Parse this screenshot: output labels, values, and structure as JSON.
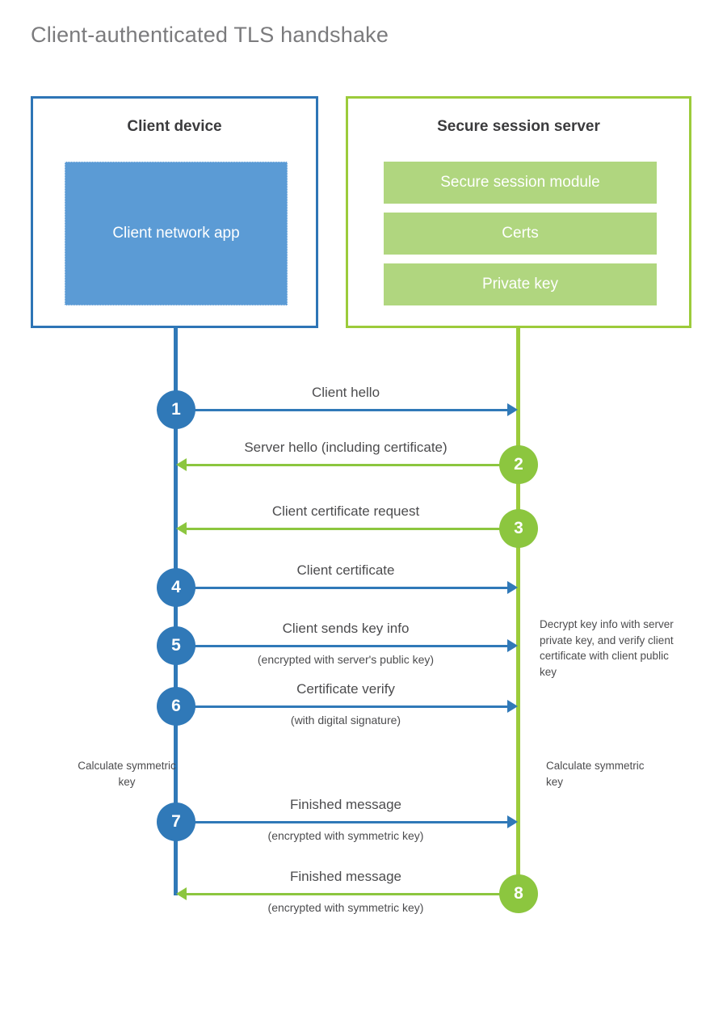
{
  "title": "Client-authenticated TLS handshake",
  "colors": {
    "client_accent": "#2e75b6",
    "client_line": "#3079b8",
    "client_fill": "#5b9bd5",
    "server_accent": "#9ccb3b",
    "server_line": "#8cc63f",
    "server_fill": "#b0d67f",
    "title_text": "#7b7b7d",
    "body_text": "#4c4c4e"
  },
  "actors": {
    "client": {
      "heading": "Client device",
      "app_label": "Client network app"
    },
    "server": {
      "heading": "Secure session server",
      "modules": [
        "Secure session module",
        "Certs",
        "Private key"
      ]
    }
  },
  "messages": [
    {
      "step": "1",
      "label": "Client hello",
      "sublabel": "",
      "direction": "client-to-server",
      "origin": "client"
    },
    {
      "step": "2",
      "label": "Server hello (including certificate)",
      "sublabel": "",
      "direction": "server-to-client",
      "origin": "server"
    },
    {
      "step": "3",
      "label": "Client certificate request",
      "sublabel": "",
      "direction": "server-to-client",
      "origin": "server"
    },
    {
      "step": "4",
      "label": "Client certificate",
      "sublabel": "",
      "direction": "client-to-server",
      "origin": "client"
    },
    {
      "step": "5",
      "label": "Client sends key info",
      "sublabel": "(encrypted with server's public key)",
      "direction": "client-to-server",
      "origin": "client"
    },
    {
      "step": "6",
      "label": "Certificate verify",
      "sublabel": "(with digital signature)",
      "direction": "client-to-server",
      "origin": "client"
    },
    {
      "step": "7",
      "label": "Finished message",
      "sublabel": "(encrypted with symmetric key)",
      "direction": "client-to-server",
      "origin": "client"
    },
    {
      "step": "8",
      "label": "Finished message",
      "sublabel": "(encrypted with symmetric key)",
      "direction": "server-to-client",
      "origin": "server"
    }
  ],
  "annotations": {
    "server_decrypt": "Decrypt key info with server private key, and verify client certificate with client public key",
    "client_symmetric_key": "Calculate symmetric key",
    "server_symmetric_key": "Calculate symmetric key"
  }
}
